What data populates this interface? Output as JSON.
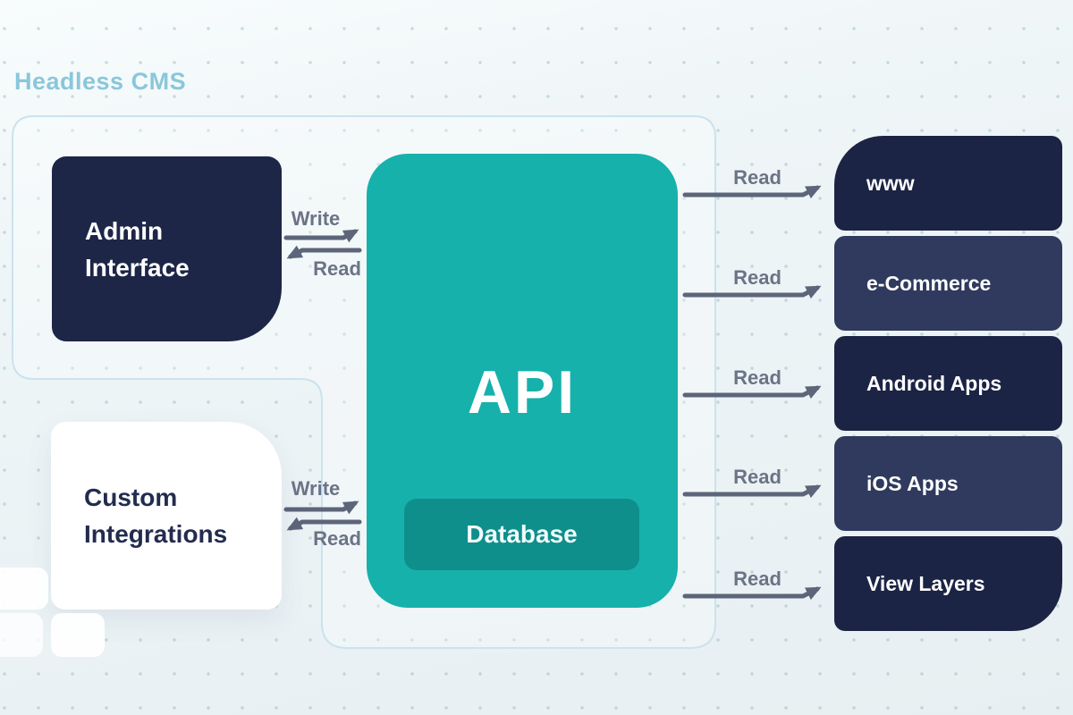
{
  "diagram_title": "Headless CMS",
  "labels": {
    "write": "Write",
    "read": "Read"
  },
  "nodes": {
    "admin_interface": {
      "line1": "Admin",
      "line2": "Interface"
    },
    "custom_integrations": {
      "line1": "Custom",
      "line2": "Integrations"
    },
    "api": {
      "label": "API"
    },
    "database": {
      "label": "Database"
    }
  },
  "clients": [
    {
      "label": "www"
    },
    {
      "label": "e-Commerce"
    },
    {
      "label": "Android Apps"
    },
    {
      "label": "iOS Apps"
    },
    {
      "label": "View Layers"
    }
  ],
  "colors": {
    "background": "#eaf2f4",
    "container_border": "#c9e3ef",
    "dark_navy": "#1c2445",
    "light_navy": "#2f3a5e",
    "api_teal": "#16b1ab",
    "database_teal": "#0e8f8c",
    "arrow_gray": "#5c6579",
    "label_gray": "#6b7386",
    "title_blue": "#8ac7da"
  }
}
